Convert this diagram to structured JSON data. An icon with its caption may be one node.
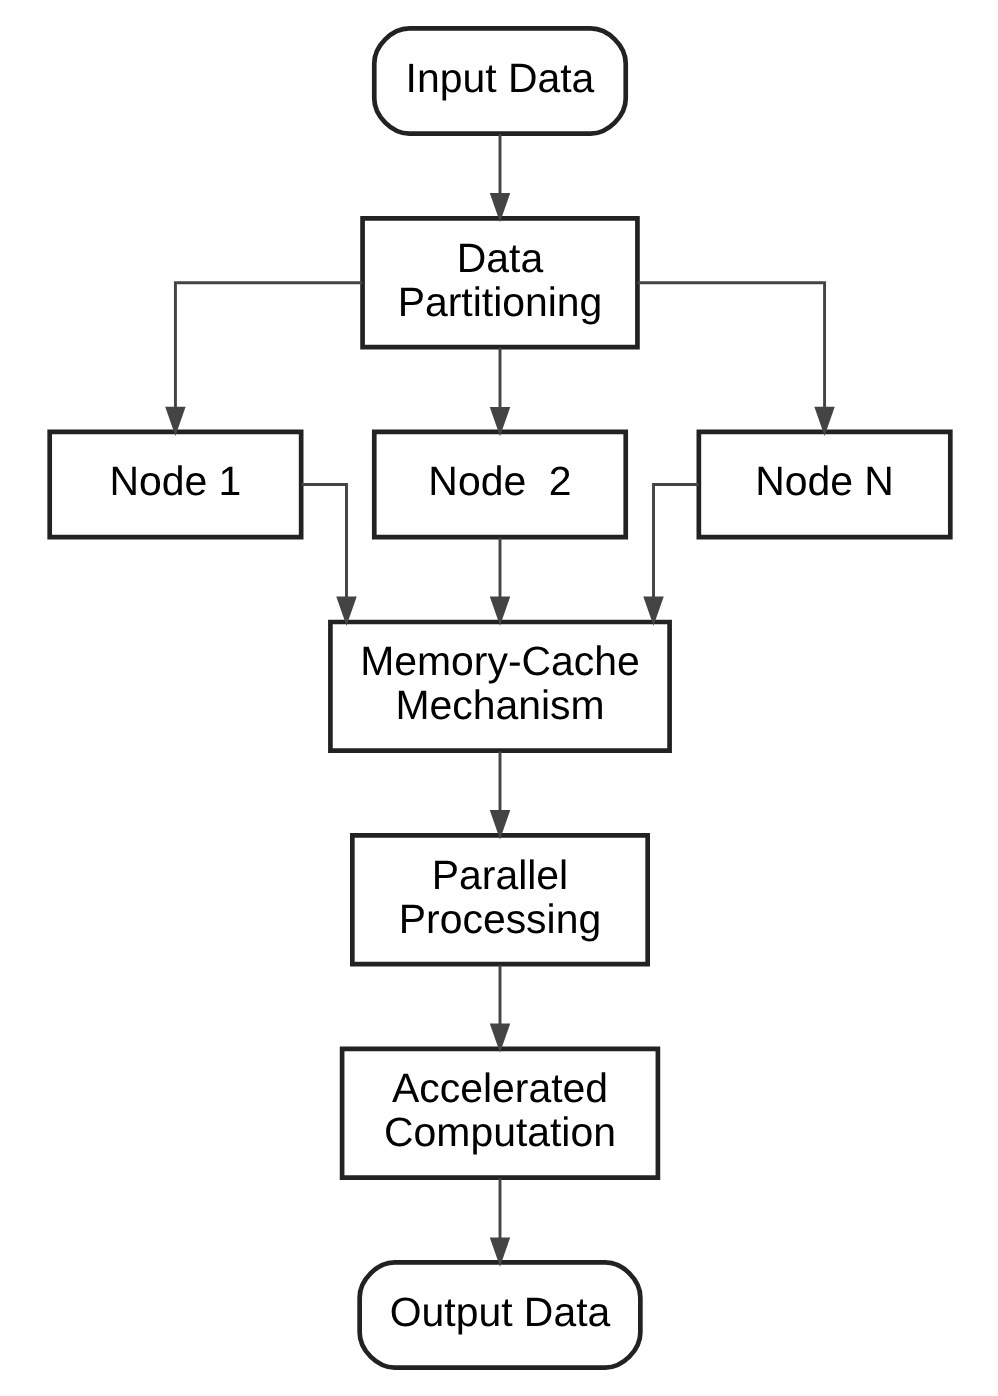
{
  "diagram": {
    "nodes": [
      {
        "text": [
          "Input Data"
        ]
      },
      {
        "text": [
          "Data Partitioning"
        ]
      },
      {
        "text": [
          "Node 1"
        ]
      },
      {
        "text": [
          "Node  2"
        ]
      },
      {
        "text": [
          "Node N"
        ]
      },
      {
        "text": [
          "Memory-Cache Mechanism"
        ]
      },
      {
        "text": [
          "Parallel Processing"
        ]
      },
      {
        "text": [
          "Accelerated Computation"
        ]
      },
      {
        "text": [
          "Output Data"
        ]
      }
    ],
    "edges": [
      {
        "from": 0,
        "to": 1,
        "arrow": "to"
      },
      {
        "from": 1,
        "to": 2,
        "arrow": "to"
      },
      {
        "from": 1,
        "to": 3,
        "arrow": "to"
      },
      {
        "from": 1,
        "to": 4,
        "arrow": "to"
      },
      {
        "from": 2,
        "to": 5,
        "arrow": "to"
      },
      {
        "from": 3,
        "to": 5,
        "arrow": "to"
      },
      {
        "from": 4,
        "to": 5,
        "arrow": "to"
      },
      {
        "from": 5,
        "to": 6,
        "arrow": "to"
      },
      {
        "from": 6,
        "to": 7,
        "arrow": "to"
      },
      {
        "from": 7,
        "to": 8,
        "arrow": "to"
      }
    ]
  }
}
